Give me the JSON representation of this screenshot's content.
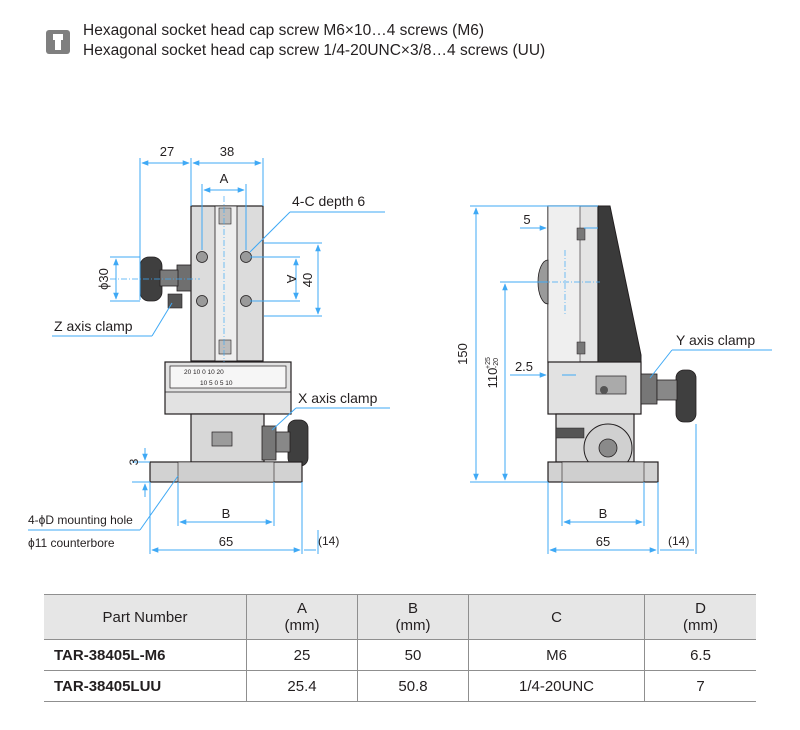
{
  "notes": [
    "Hexagonal socket head cap screw M6×10…4 screws (M6)",
    "Hexagonal socket head cap screw 1/4-20UNC×3/8…4 screws (UU)"
  ],
  "front_view": {
    "dim_27": "27",
    "dim_38": "38",
    "dim_A_top": "A",
    "dim_4c": "4-C depth 6",
    "dim_A_side": "A",
    "dim_40": "40",
    "dim_phi30": "ϕ30",
    "label_z_clamp": "Z axis clamp",
    "label_x_clamp": "X axis clamp",
    "dim_3": "3",
    "label_mounting": "4-ϕD mounting hole",
    "label_counterbore": "ϕ11 counterbore",
    "dim_B": "B",
    "dim_65": "65",
    "dim_14": "(14)",
    "scale_top": "20  10   0   10  20",
    "scale_bottom": "10 5  0  5 10"
  },
  "side_view": {
    "dim_5": "5",
    "dim_150": "150",
    "dim_110": "110",
    "dim_110_tol_upper": "+25",
    "dim_110_tol_lower": "-20",
    "dim_2_5": "2.5",
    "label_y_clamp": "Y axis clamp",
    "dim_B": "B",
    "dim_65": "65",
    "dim_14": "(14)"
  },
  "table": {
    "headers": [
      {
        "main": "Part Number",
        "unit": ""
      },
      {
        "main": "A",
        "unit": "(mm)"
      },
      {
        "main": "B",
        "unit": "(mm)"
      },
      {
        "main": "C",
        "unit": ""
      },
      {
        "main": "D",
        "unit": "(mm)"
      }
    ],
    "rows": [
      [
        "TAR-38405L-M6",
        "25",
        "50",
        "M6",
        "6.5"
      ],
      [
        "TAR-38405LUU",
        "25.4",
        "50.8",
        "1/4-20UNC",
        "7"
      ]
    ]
  }
}
